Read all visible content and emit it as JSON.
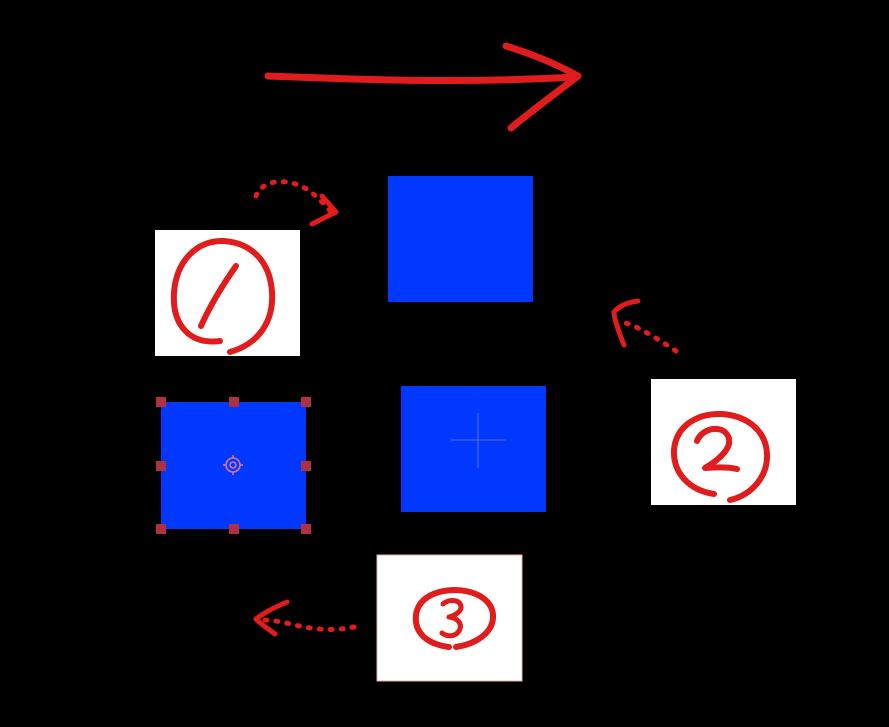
{
  "canvas": {
    "background_color": "#000000"
  },
  "colors": {
    "shape_fill": "#0038ff",
    "card_fill": "#ffffff",
    "annotation": "#e01c1c",
    "selection_handle": "#b03040",
    "crosshair": "#5a6fb0",
    "anchor_icon": "#e07090"
  },
  "layers": [
    {
      "id": "blue-square-top",
      "kind": "shape",
      "selected": false
    },
    {
      "id": "blue-square-selected",
      "kind": "shape",
      "selected": true
    },
    {
      "id": "blue-square-center",
      "kind": "shape",
      "selected": false,
      "icon": "crosshair-icon"
    },
    {
      "id": "step-card-1",
      "kind": "card",
      "step": 1
    },
    {
      "id": "step-card-2",
      "kind": "card",
      "step": 2
    },
    {
      "id": "step-card-3",
      "kind": "card",
      "step": 3
    }
  ],
  "annotations": [
    {
      "id": "direction-arrow",
      "style": "solid",
      "points_to": "right"
    },
    {
      "id": "arrow-1",
      "style": "dotted",
      "from": "step-card-1",
      "to": "blue-square-top"
    },
    {
      "id": "arrow-2",
      "style": "dotted",
      "from": "step-card-2",
      "to": "blue-square-top"
    },
    {
      "id": "arrow-3",
      "style": "dotted",
      "from": "step-card-3",
      "to": "blue-square-selected"
    }
  ],
  "selection": {
    "target": "blue-square-selected",
    "handles": 8,
    "anchor_icon": "anchor-point-icon"
  }
}
